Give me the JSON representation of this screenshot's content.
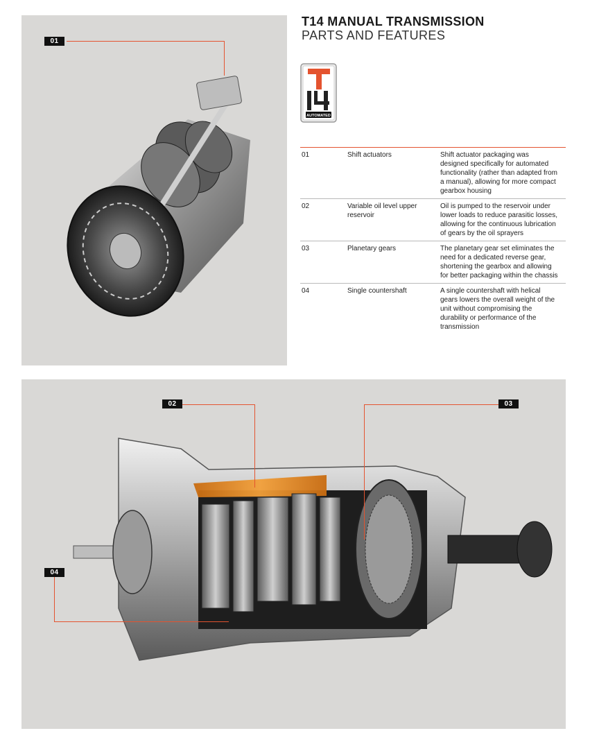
{
  "header": {
    "title": "T14 MANUAL TRANSMISSION",
    "subtitle": "PARTS AND FEATURES"
  },
  "badge": {
    "model": "T14",
    "label": "AUTOMATED",
    "accent_color": "#e4532f"
  },
  "callouts": {
    "c01": "01",
    "c02": "02",
    "c03": "03",
    "c04": "04"
  },
  "features": [
    {
      "num": "01",
      "name": "Shift actuators",
      "desc": "Shift actuator packaging was designed specifically for automated functionality (rather than adapted from a manual), allowing for more compact gearbox housing"
    },
    {
      "num": "02",
      "name": "Variable oil level upper reservoir",
      "desc": "Oil is pumped to the reservoir under lower loads to reduce parasitic losses, allowing for the continuous lubrication of gears by the oil sprayers"
    },
    {
      "num": "03",
      "name": "Planetary gears",
      "desc": "The planetary gear set eliminates the need for a dedicated reverse gear, shortening the gearbox and allowing for better packaging within the chassis"
    },
    {
      "num": "04",
      "name": "Single countershaft",
      "desc": "A single countershaft with helical gears lowers the overall weight of the unit without compromising the durability or performance of the transmission"
    }
  ],
  "colors": {
    "accent": "#e4532f",
    "panel": "#d9d8d6",
    "oil": "#e08a1a"
  }
}
